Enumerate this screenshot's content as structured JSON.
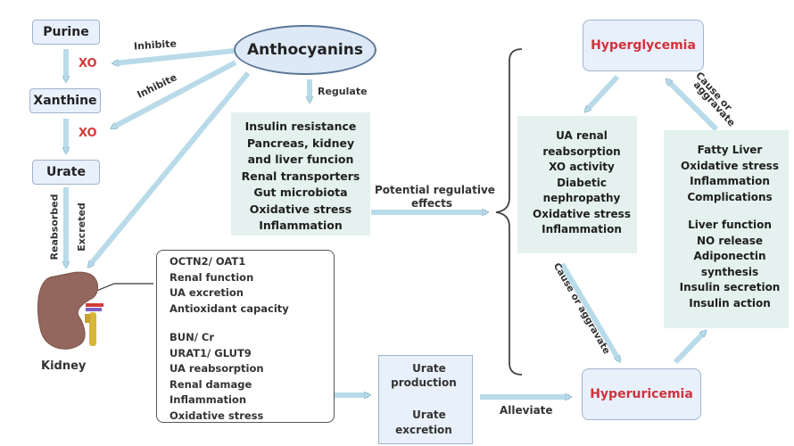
{
  "pathway": {
    "purine": "Purine",
    "xanthine": "Xanthine",
    "urate": "Urate",
    "xo_1": "XO",
    "xo_2": "XO",
    "reabsorbed": "Reabsorbed",
    "excreted": "Excreted",
    "kidney": "Kidney"
  },
  "center": {
    "title": "Anthocyanins",
    "inhibite_1": "Inhibite",
    "inhibite_2": "Inhibite",
    "regulate": "Regulate",
    "regulated_items": [
      "Insulin resistance",
      "Pancreas, kidney",
      "and liver funcion",
      "Renal transporters",
      "Gut microbiota",
      "Oxidative stress",
      "Inflammation"
    ],
    "potential_label_1": "Potential regulative",
    "potential_label_2": "effects"
  },
  "kidney_effects": {
    "increased": [
      "OCTN2/ OAT1",
      "Renal function",
      "UA excretion",
      "Antioxidant capacity"
    ],
    "decreased": [
      "BUN/ Cr",
      "URAT1/ GLUT9",
      "UA reabsorption",
      "Renal damage",
      "Inflammation",
      "Oxidative stress"
    ]
  },
  "urate_box": {
    "production_1": "Urate",
    "production_2": "production",
    "excretion_1": "Urate",
    "excretion_2": "excretion"
  },
  "alleviate": "Alleviate",
  "hyperglycemia": "Hyperglycemia",
  "hyperuricemia": "Hyperuricemia",
  "cause_aggravate_top_1": "Cause or",
  "cause_aggravate_top_2": "aggravate",
  "cause_aggravate_left": "Cause or aggravate",
  "hyperglycemia_effects": [
    "UA renal",
    "reabsorption",
    "XO activity",
    "Diabetic",
    "nephropathy",
    "Oxidative stress",
    "Inflammation"
  ],
  "hyperuricemia_effects": {
    "increased": [
      "Fatty Liver",
      "Oxidative stress",
      "Inflammation",
      "Complications"
    ],
    "decreased": [
      "Liver function",
      "NO release",
      "Adiponectin",
      "synthesis",
      "Insulin secretion",
      "Insulin action"
    ]
  },
  "colors": {
    "arrow_fill": "#b9dbe9",
    "arrow_stroke": "#8fb8cc",
    "up_green": "#6cbf6a",
    "down_red": "#c9434a",
    "title_red": "#d1323c"
  }
}
